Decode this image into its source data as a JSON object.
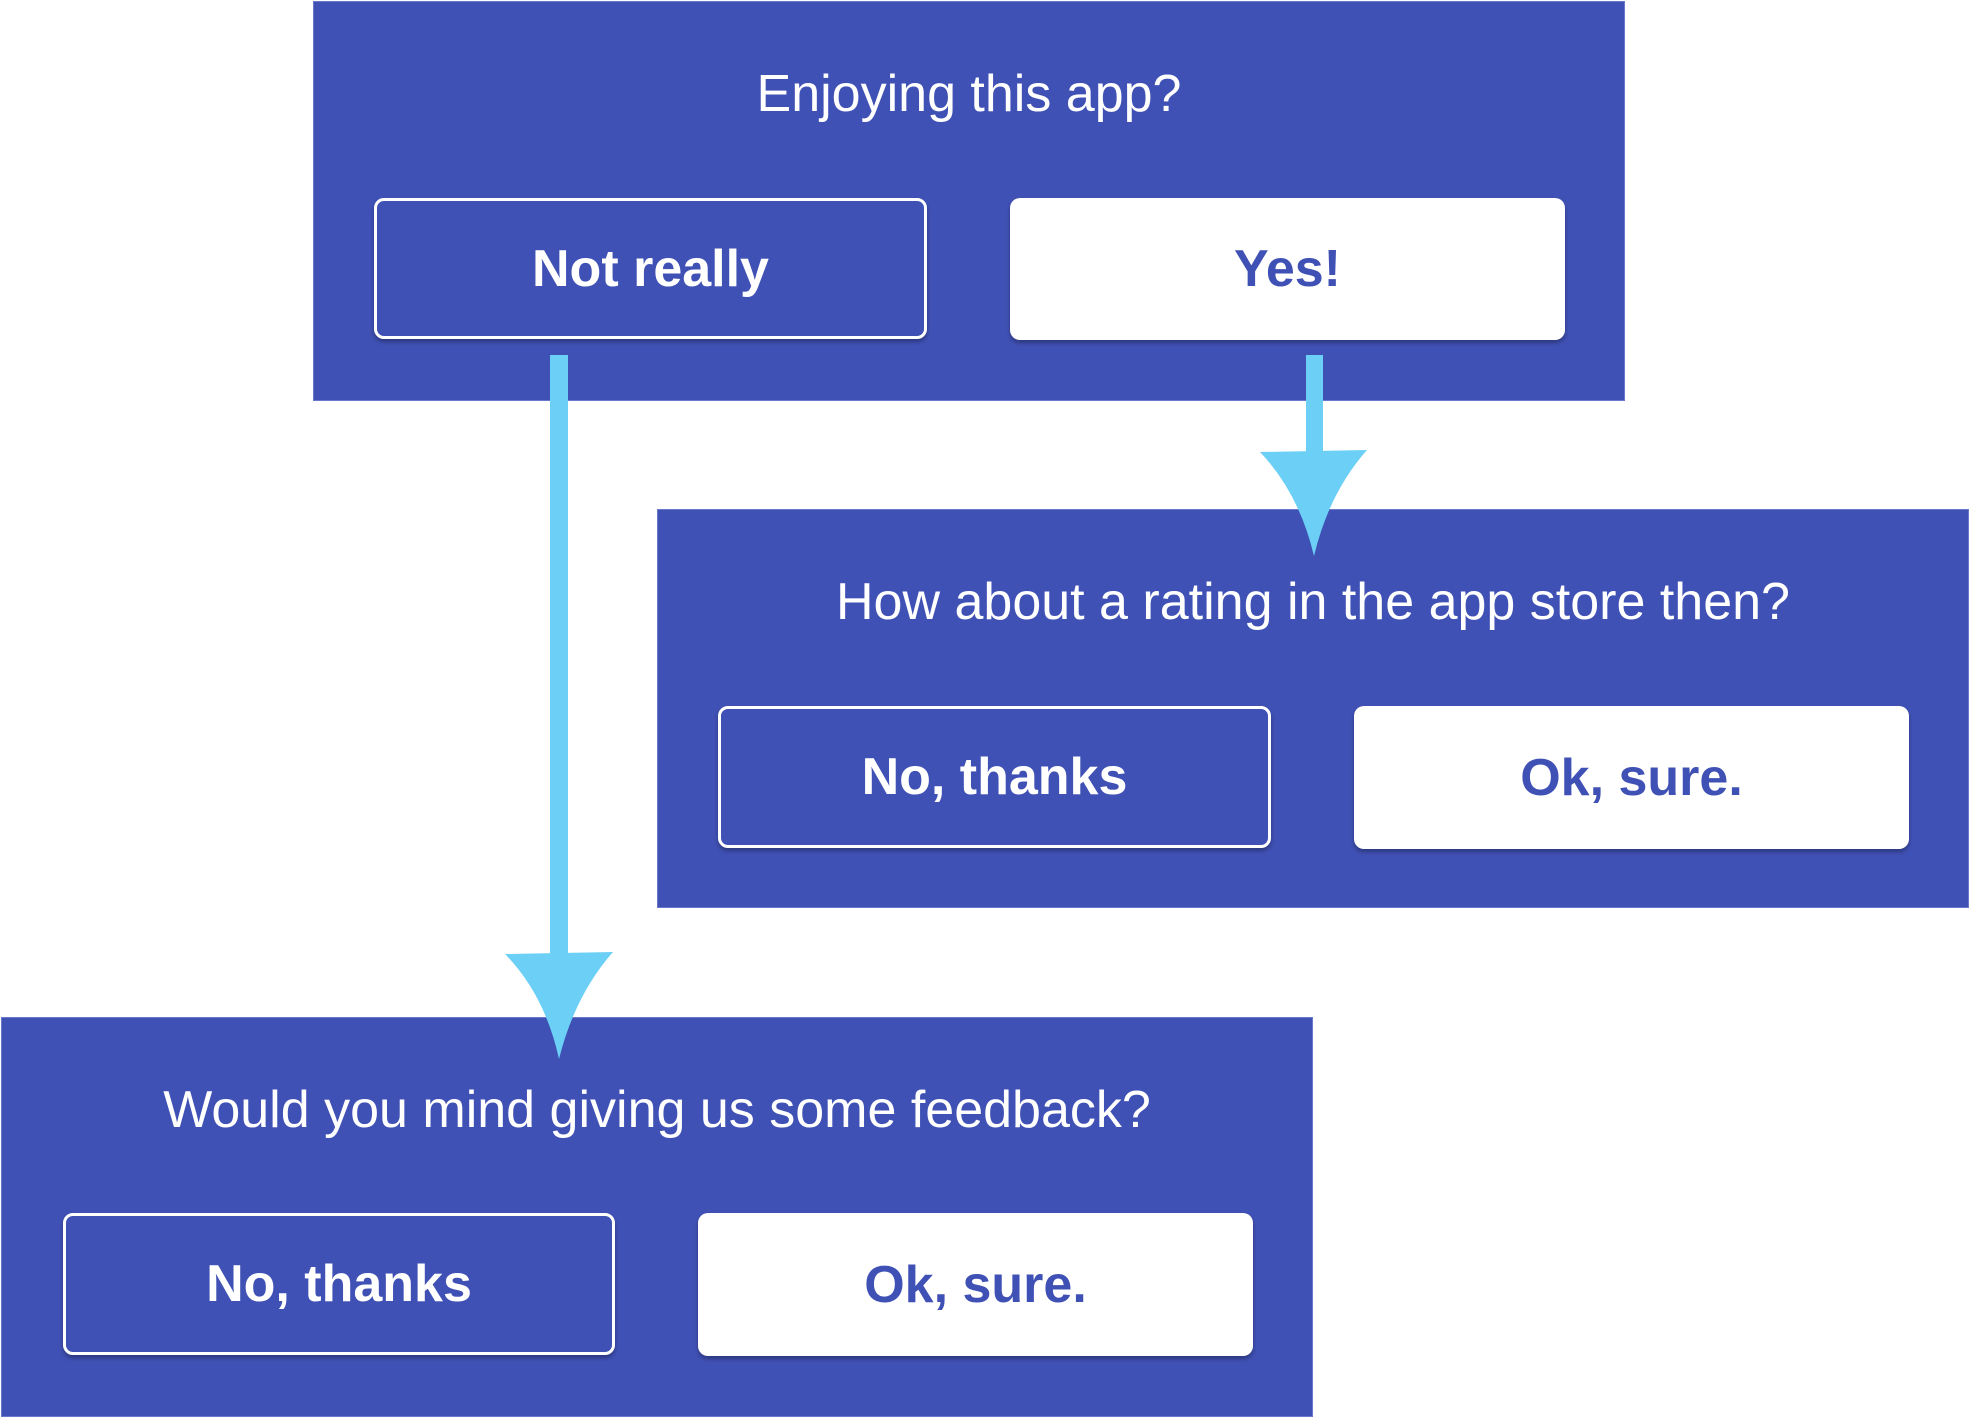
{
  "colors": {
    "panel": "#4051b5",
    "arrow": "#6ccff6",
    "button_fill": "#ffffff"
  },
  "panels": [
    {
      "title": "Enjoying this app?",
      "buttons": [
        {
          "label": "Not really"
        },
        {
          "label": "Yes!"
        }
      ]
    },
    {
      "title": "How about a rating in the app store then?",
      "buttons": [
        {
          "label": "No, thanks"
        },
        {
          "label": "Ok, sure."
        }
      ]
    },
    {
      "title": "Would you mind giving us some feedback?",
      "buttons": [
        {
          "label": "No, thanks"
        },
        {
          "label": "Ok, sure."
        }
      ]
    }
  ]
}
